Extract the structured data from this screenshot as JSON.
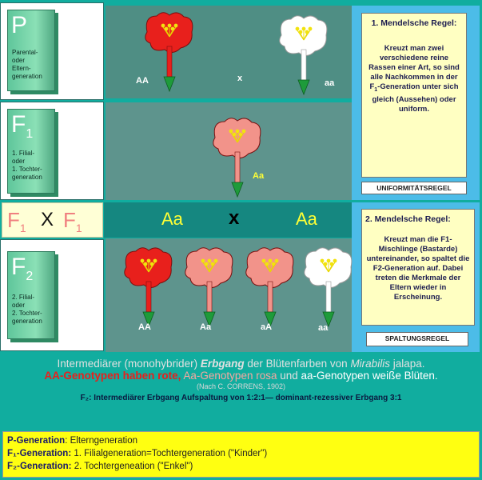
{
  "generations": {
    "p": {
      "letter": "P",
      "desc": "Parental-\noder\nEltern-\ngeneration"
    },
    "f1": {
      "letter": "F",
      "sub": "1",
      "desc": "1. Filial-\noder\n1. Tochter-\ngeneration"
    },
    "f2": {
      "letter": "F",
      "sub": "2",
      "desc": "2. Filial-\noder\n2. Tochter-\ngeneration"
    }
  },
  "p_row": {
    "left_genotype": "AA",
    "cross": "x",
    "right_genotype": "aa"
  },
  "f1_row": {
    "genotype": "Aa"
  },
  "cross_row": {
    "f1_label_a": "F",
    "f1_sub_a": "1",
    "times": "X",
    "f1_label_b": "F",
    "f1_sub_b": "1",
    "left": "Aa",
    "middle": "x",
    "right": "Aa"
  },
  "f2_row": {
    "genotypes": [
      "AA",
      "Aa",
      "aA",
      "aa"
    ]
  },
  "rule1": {
    "heading": "1. Mendelsche Regel:",
    "body_pre": "Kreuzt man zwei verschiedene reine Rassen einer Art, so sind alle Nachkommen in der F",
    "body_sub": "1",
    "body_post": "-Generation unter sich gleich (Aussehen) oder uniform.",
    "label": "UNIFORMITÄTSREGEL"
  },
  "rule2": {
    "heading": "2. Mendelsche Regel:",
    "body": "Kreuzt man die F1-Mischlinge (Bastarde) untereinander, so spaltet die F2-Generation auf. Dabei treten die Merkmale der Eltern wieder in Erscheinung.",
    "label": "SPALTUNGSREGEL"
  },
  "caption": {
    "line1_pre": "Intermediärer (monohybrider) ",
    "line1_em": "Erbgang",
    "line1_mid": " der Blütenfarben von ",
    "line1_species": "Mirabilis",
    "line1_post": " jalapa.",
    "red_part": "AA-Genotypen haben rote,",
    "pink_part": " Aa-Genotypen rosa",
    "and_part": " und",
    "white_part": " aa-Genotypen weiße Blüten.",
    "source": "(Nach C. CORRENS, 1902)",
    "summary": "F₂: Intermediärer Erbgang Aufspaltung von 1:2:1— dominant-rezessiver Erbgang 3:1"
  },
  "legend": {
    "p_term": "P-Generation",
    "p_def": ": Elterngeneration",
    "f1_term": "F₁-Generation:",
    "f1_def": " 1. Filialgeneration=Tochtergeneration (\"Kinder\")",
    "f2_term": "F₂-Generation:",
    "f2_def": " 2. Tochtergeneation (\"Enkel\")"
  },
  "colors": {
    "red": "#e8201c",
    "pink": "#f2938a",
    "white": "#ffffff",
    "yellow_text": "#ffff35"
  }
}
